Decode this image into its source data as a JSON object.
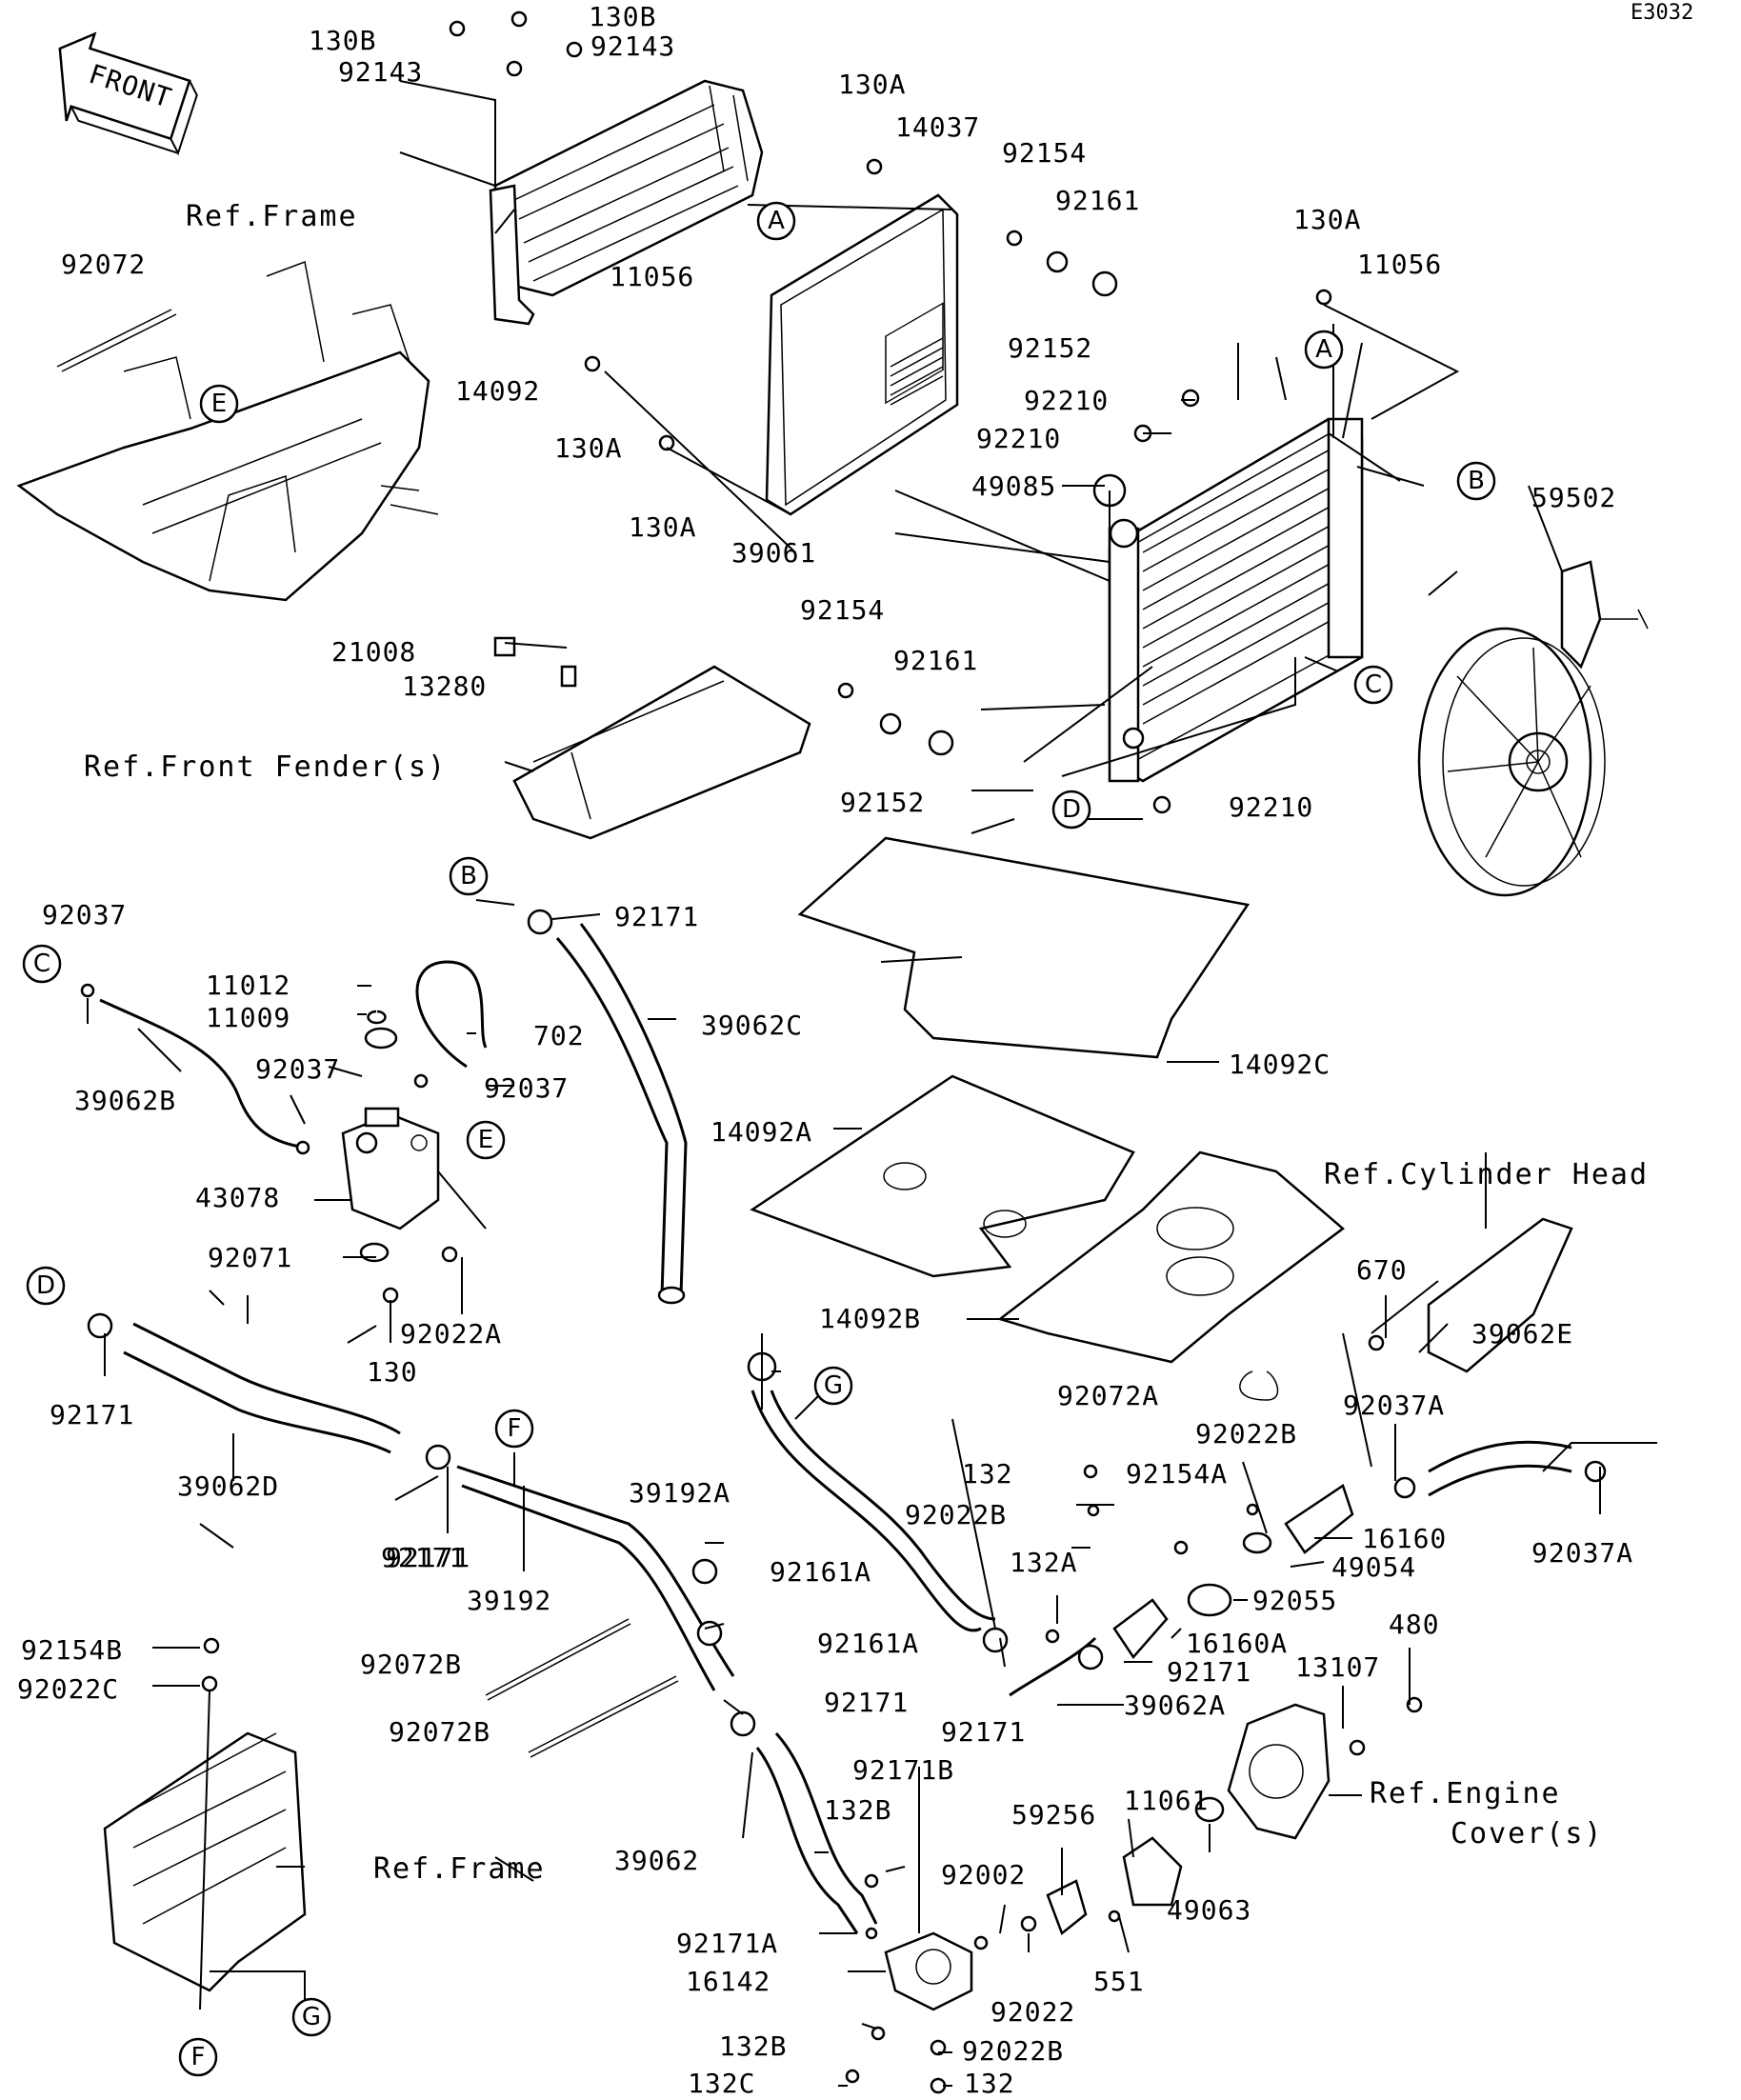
{
  "diagram_code": "E3032",
  "front_arrow": "FRONT",
  "refs": {
    "frame_top": "Ref.Frame",
    "front_fender": "Ref.Front Fender(s)",
    "cylinder_head": "Ref.Cylinder Head",
    "engine_cover_1": "Ref.Engine",
    "engine_cover_2": "Cover(s)",
    "frame_bottom": "Ref.Frame"
  },
  "callouts": {
    "A1": "A",
    "A2": "A",
    "B1": "B",
    "B2": "B",
    "C1": "C",
    "C2": "C",
    "D1": "D",
    "D2": "D",
    "E1": "E",
    "E2": "E",
    "F1": "F",
    "F2": "F",
    "G1": "G",
    "G2": "G"
  },
  "parts": [
    "130B",
    "130B",
    "92143",
    "92143",
    "130A",
    "14037",
    "92154",
    "92161",
    "130A",
    "11056",
    "92072",
    "14092",
    "11056",
    "130A",
    "130A",
    "92152",
    "92210",
    "92210",
    "49085",
    "39061",
    "59502",
    "21008",
    "13280",
    "92154",
    "92161",
    "92152",
    "92210",
    "92171",
    "92037",
    "11012",
    "11009",
    "702",
    "39062C",
    "39062B",
    "92037",
    "92037",
    "14092C",
    "43078",
    "14092A",
    "92071",
    "130",
    "92022A",
    "14092B",
    "670",
    "39062E",
    "92171",
    "39062D",
    "92171",
    "92072A",
    "92022B",
    "92037A",
    "132",
    "92154A",
    "92022B",
    "16160",
    "39192A",
    "92171",
    "39192",
    "92161A",
    "49054",
    "132A",
    "92055",
    "92037A",
    "92161A",
    "16160A",
    "480",
    "92171",
    "92171",
    "92154B",
    "92072B",
    "92022C",
    "92072B",
    "39062A",
    "92171",
    "13107",
    "92171B",
    "11061",
    "132B",
    "59256",
    "39062",
    "92002",
    "49063",
    "92171A",
    "16142",
    "92022",
    "551",
    "132B",
    "92022B",
    "132C",
    "132"
  ]
}
